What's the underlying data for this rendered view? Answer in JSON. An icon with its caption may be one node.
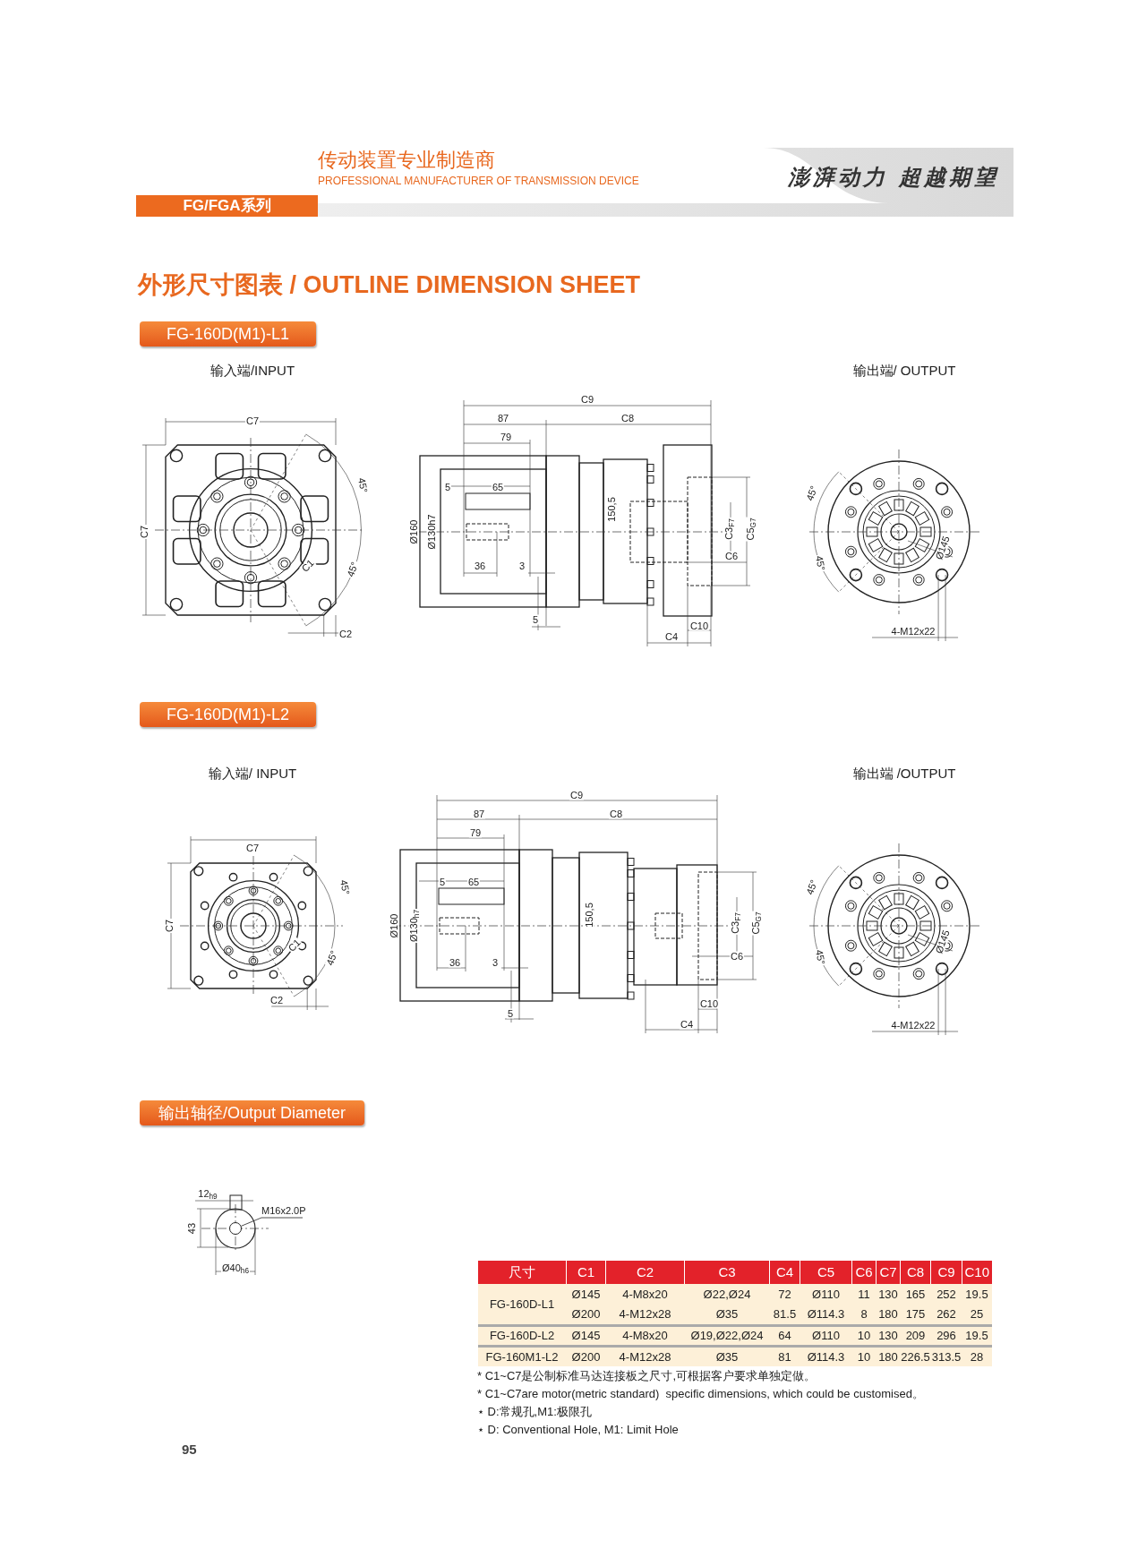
{
  "diagram": {
    "title": "外形尺寸图表 / OUTLINE DIMENSION SHEET",
    "nodes": [
      {
        "text": [
          "M16x2.0P"
        ]
      },
      {
        "text": [],
        "shape": "circle"
      }
    ],
    "edges": [
      {
        "from": 0,
        "to": 1,
        "arrow": "none"
      }
    ],
    "labels": [
      "传动装置专业制造商",
      "PROFESSIONAL MANUFACTURER OF TRANSMISSION DEVICE",
      "澎湃动力 超越期望",
      "FG/FGA系列",
      "FG-160D(M1)-L1",
      "输入端/INPUT",
      "输出端/ OUTPUT",
      "C7",
      "C7",
      "45°",
      "C1",
      "45°",
      "C2",
      "C9",
      "87",
      "C8",
      "79",
      "5",
      "65",
      "Ø160",
      "Ø130h7",
      "150,5",
      "C3$_{F7}$",
      "C5$_{G7}$",
      "C6",
      "36",
      "3",
      "5",
      "C10",
      "C4",
      "45°",
      "45°",
      "Ø145",
      "4-M12x22",
      "FG-160D(M1)-L2",
      "输入端/ INPUT",
      "输出端 /OUTPUT",
      "C7",
      "C7",
      "45°",
      "C1",
      "45°",
      "C2",
      "C9",
      "87",
      "C8",
      "79",
      "5",
      "65",
      "Ø160",
      "Ø130$_{h7}$",
      "150,5",
      "C3$_{F7}$",
      "C5$_{G7}$",
      "C6",
      "36",
      "3",
      "5",
      "C10",
      "C4",
      "45°",
      "45°",
      "Ø145",
      "4-M12x22",
      "输出轴径/Output Diameter",
      "12$_{h9}$",
      "43",
      "Ø40$_{h6}$",
      "尺寸",
      "C1",
      "C2",
      "C3",
      "C4",
      "C5",
      "C6",
      "C7",
      "C8",
      "C9",
      "C10",
      "FG-160D-L1",
      "Ø145",
      "4-M8x20",
      "Ø22,Ø24",
      "72",
      "Ø110",
      "11",
      "130",
      "165",
      "252",
      "19.5",
      "Ø200",
      "4-M12x28",
      "Ø35",
      "81.5",
      "Ø114.3",
      "8",
      "180",
      "175",
      "262",
      "25",
      "FG-160D-L2",
      "Ø145",
      "4-M8x20",
      "Ø19,Ø22,Ø24",
      "64",
      "Ø110",
      "10",
      "130",
      "209",
      "296",
      "19.5",
      "FG-160M1-L2",
      "Ø200",
      "4-M12x28",
      "Ø35",
      "81",
      "Ø114.3",
      "10",
      "180",
      "226.5",
      "313.5",
      "28",
      "* C1~C7是公制标准马达连接板之尺寸,可根据客户要求单独定做。",
      "* C1~C7are motor(metric standard)  specific dimensions, which could be customised。",
      "⋆ D:常规孔,M1:极限孔",
      "⋆ D: Conventional Hole, M1: Limit Hole",
      "95"
    ]
  }
}
